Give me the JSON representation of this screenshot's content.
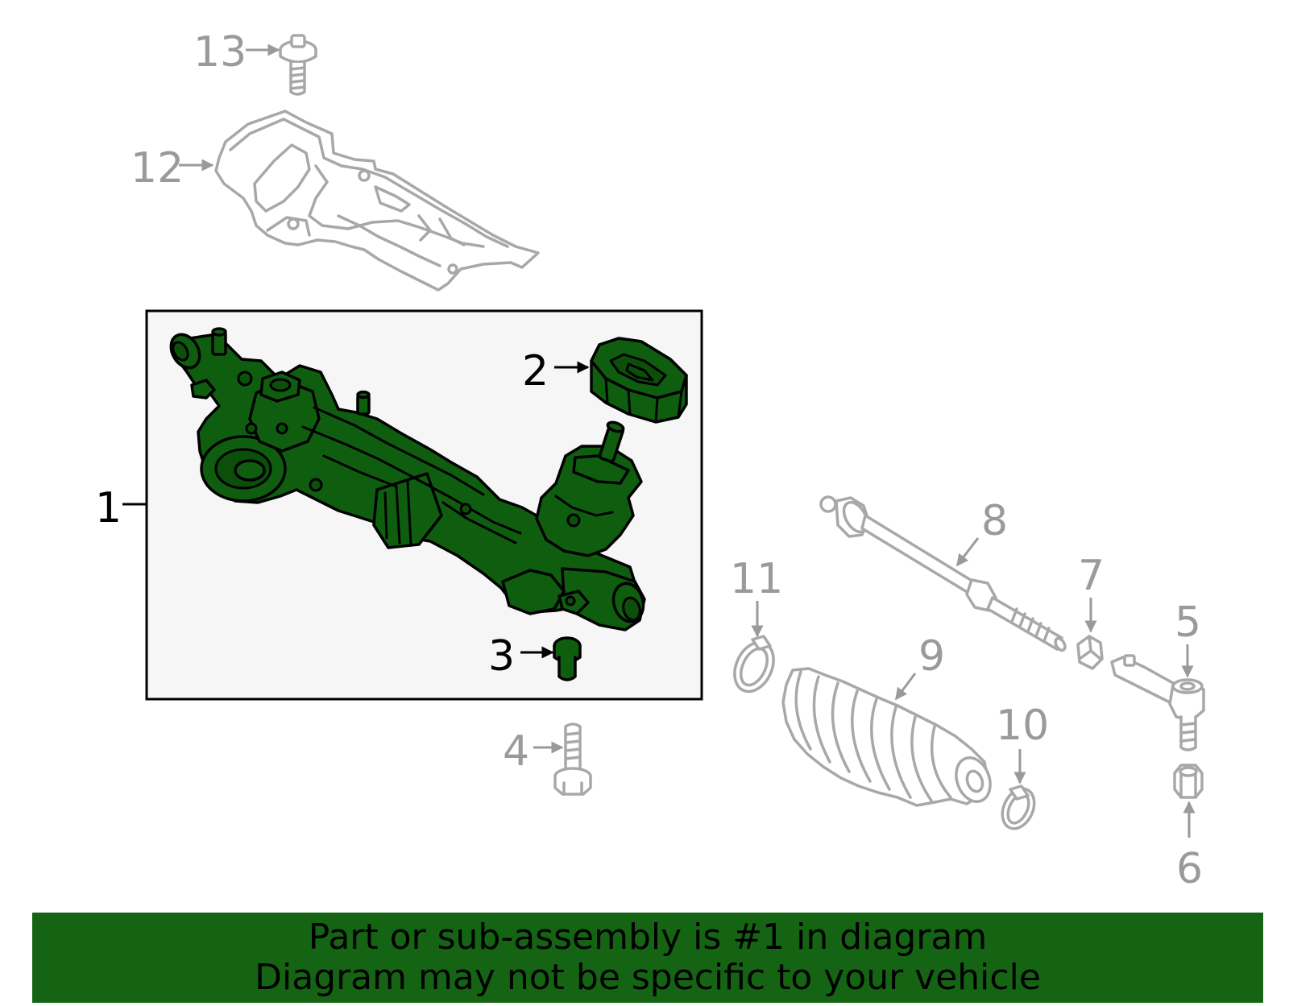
{
  "callouts": {
    "c1": "1",
    "c2": "2",
    "c3": "3",
    "c4": "4",
    "c5": "5",
    "c6": "6",
    "c7": "7",
    "c8": "8",
    "c9": "9",
    "c10": "10",
    "c11": "11",
    "c12": "12",
    "c13": "13"
  },
  "banner": {
    "line1": "Part or sub-assembly is #1 in diagram",
    "line2": "Diagram may not be specific to your vehicle"
  },
  "colors": {
    "highlight_green": "#0f5e0f",
    "banner_green": "#146414",
    "outline_gray": "#a8a8a8",
    "callout_gray": "#9a9a9a",
    "box_fill": "#f6f6f6"
  }
}
